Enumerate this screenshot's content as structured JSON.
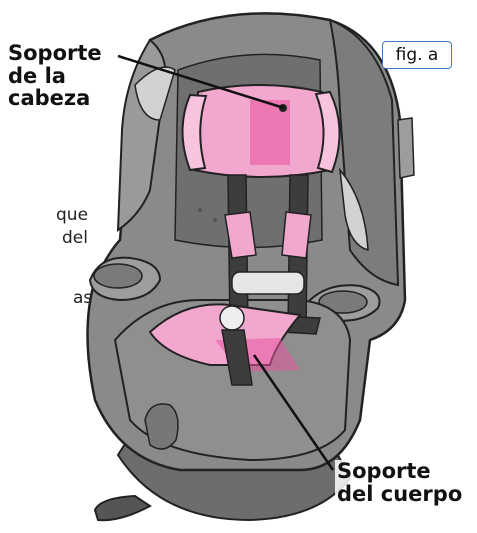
{
  "figure_tag": "fig. a",
  "callouts": {
    "head_support": [
      "Soporte",
      "de la",
      "cabeza"
    ],
    "body_support": [
      "Soporte",
      "del cuerpo"
    ]
  },
  "cropped_text": {
    "line1": "que",
    "line2": "del",
    "line3": "as"
  },
  "colors": {
    "seat_gray": "#8a8a8a",
    "seat_dark": "#5e5e5e",
    "seat_light": "#d2d2d2",
    "cushion_pink": "#f2a7cf",
    "cushion_pink_dark": "#e0479a",
    "figtag_border": "#3b7ac0"
  }
}
